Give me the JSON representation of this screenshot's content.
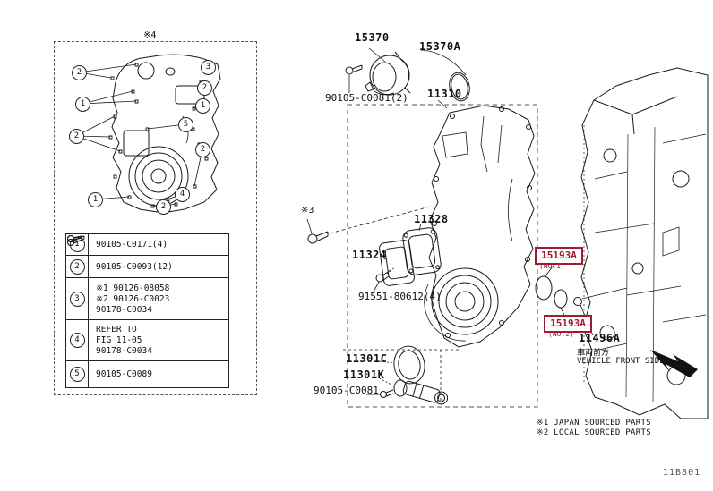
{
  "figure": {
    "code": "11B801"
  },
  "colors": {
    "highlight": "#9E1B32",
    "line": "#1a1a1a"
  },
  "detail_box": {
    "label": "※4",
    "callouts": [
      {
        "n": "2"
      },
      {
        "n": "3"
      },
      {
        "n": "2"
      },
      {
        "n": "1"
      },
      {
        "n": "1"
      },
      {
        "n": "5"
      },
      {
        "n": "2"
      },
      {
        "n": "2"
      },
      {
        "n": "4"
      },
      {
        "n": "1"
      },
      {
        "n": "2"
      }
    ]
  },
  "table": {
    "rows": [
      {
        "key": "1",
        "lines": [
          "90105-C0171(4)"
        ]
      },
      {
        "key": "2",
        "lines": [
          "90105-C0093(12)"
        ]
      },
      {
        "key": "3",
        "lines": [
          "※1 90126-08058",
          "※2 90126-C0023",
          "90178-C0034"
        ]
      },
      {
        "key": "4",
        "lines": [
          "REFER TO",
          "FIG 11-05",
          "90178-C0034"
        ]
      },
      {
        "key": "5",
        "lines": [
          "90105-C0089"
        ]
      }
    ]
  },
  "parts": {
    "p15370": "15370",
    "p15370A": "15370A",
    "bolt_top": "90105-C0081(2)",
    "p11310": "11310",
    "mark_bolt": "※3",
    "p11328": "11328",
    "p11324": "11324",
    "p91551": "91551-80612(4)",
    "p11301C": "11301C",
    "p11301K": "11301K",
    "bolt_bottom": "90105-C0081",
    "p15193A_no1": "15193A",
    "p15193A_no1_sub": "(NO.1)",
    "p15193A_no2": "15193A",
    "p15193A_no2_sub": "(NO.2)",
    "p11496A": "11496A"
  },
  "orientation": {
    "jp": "車両前方",
    "en": "VEHICLE FRONT SIDE"
  },
  "notes": {
    "n1": "※1 JAPAN SOURCED PARTS",
    "n2": "※2 LOCAL SOURCED PARTS"
  }
}
